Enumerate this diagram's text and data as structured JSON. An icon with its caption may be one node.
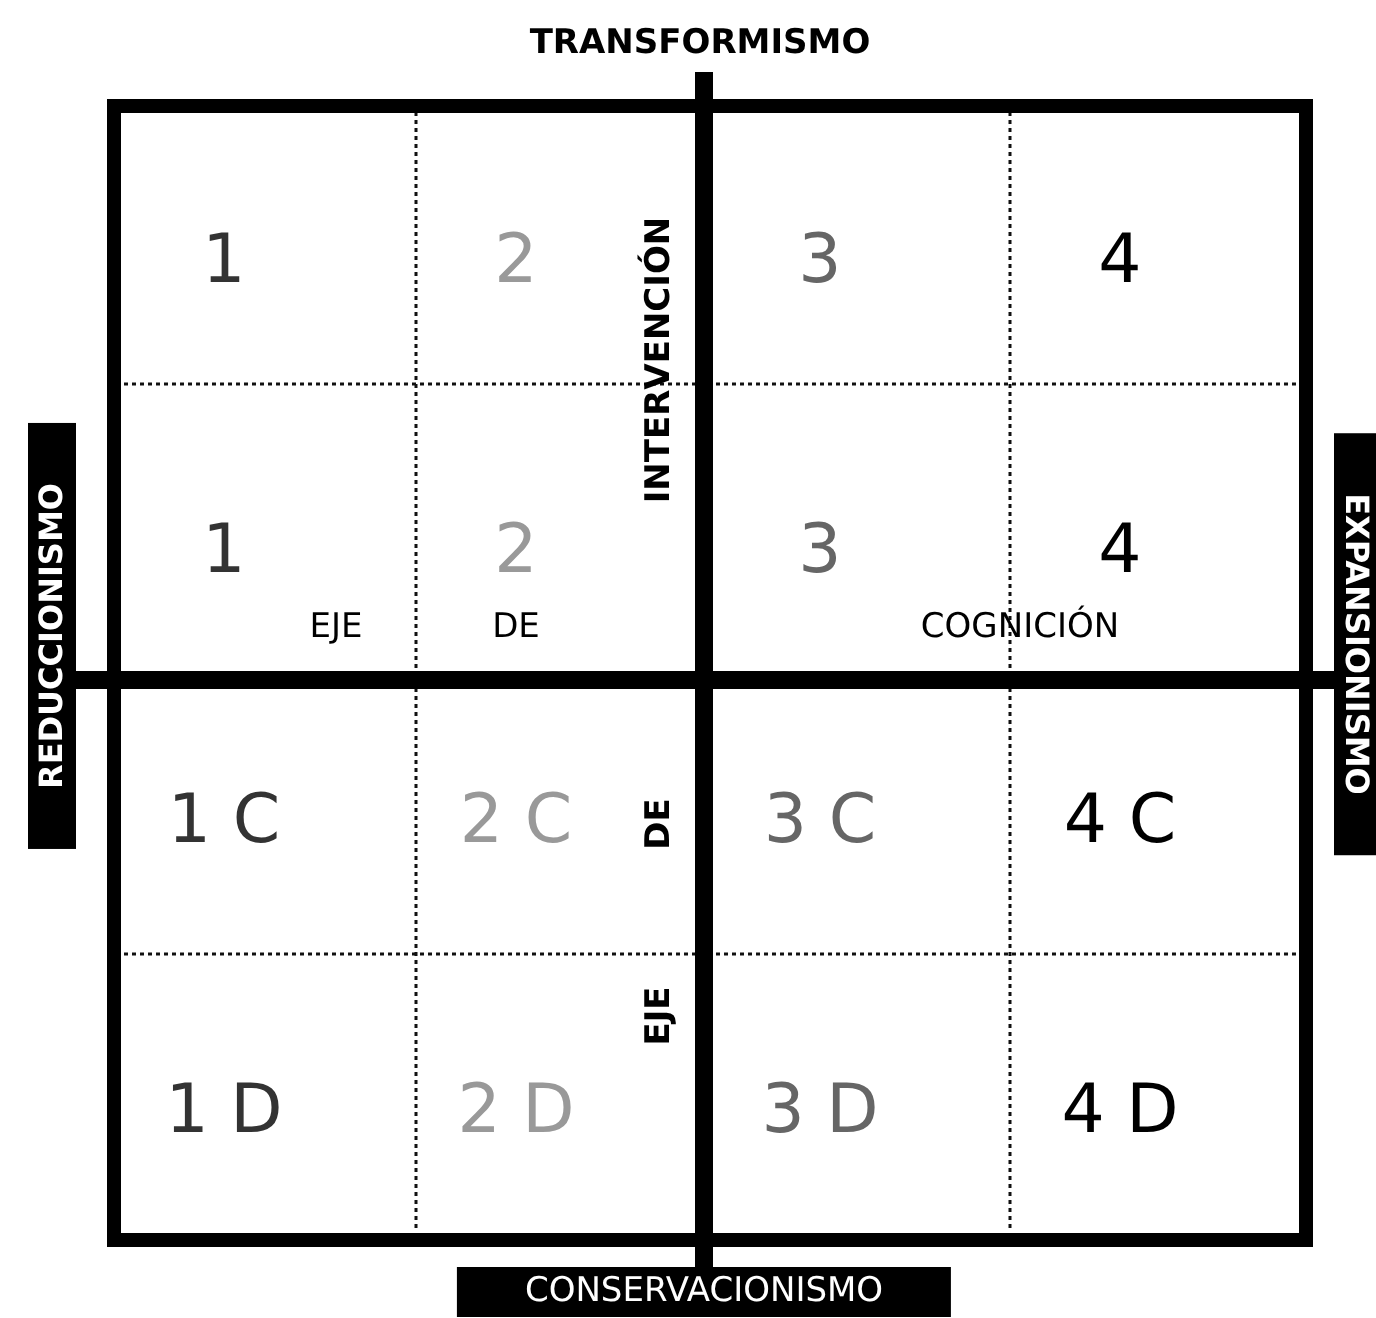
{
  "diagram": {
    "labels": [
      "TRANSFORMISMO",
      "1",
      "2",
      "3",
      "4",
      "INTERVENCIÓN",
      "1",
      "2",
      "3",
      "4",
      "REDUCCIONISMO",
      "EXPANSIONISMO",
      "EJE",
      "DE",
      "COGNICIÓN",
      "1 C",
      "2 C",
      "DE",
      "3 C",
      "4 C",
      "EJE",
      "1 D",
      "2 D",
      "3 D",
      "4 D",
      "CONSERVACIONISMO"
    ]
  }
}
